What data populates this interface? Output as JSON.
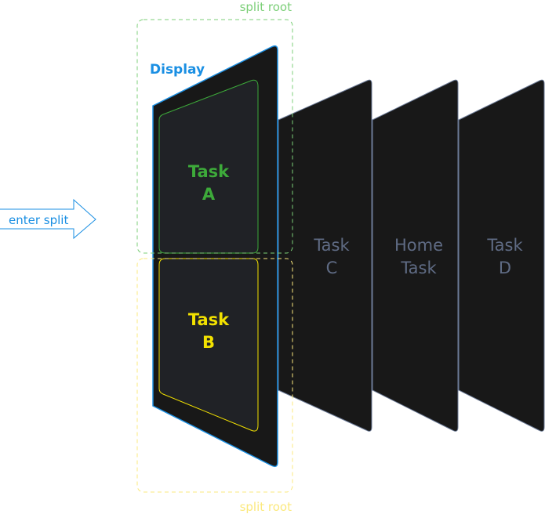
{
  "colors": {
    "display_blue": "#1a8fe3",
    "task_a_green": "#3daa3a",
    "task_b_yellow": "#f2e100",
    "split_root_top": "#7ccf78",
    "split_root_bottom": "#fbe97e",
    "card_fill": "#181818",
    "inner_fill": "#202226",
    "back_text": "#5f6b84",
    "back_edge": "#6b7a96"
  },
  "labels": {
    "split_root_top": "split root",
    "split_root_bottom": "split root",
    "display": "Display",
    "enter_split": "enter split"
  },
  "tasks": {
    "a": {
      "line1": "Task",
      "line2": "A"
    },
    "b": {
      "line1": "Task",
      "line2": "B"
    },
    "back": [
      {
        "line1": "Task",
        "line2": "C"
      },
      {
        "line1": "Home",
        "line2": "Task"
      },
      {
        "line1": "Task",
        "line2": "D"
      }
    ]
  }
}
